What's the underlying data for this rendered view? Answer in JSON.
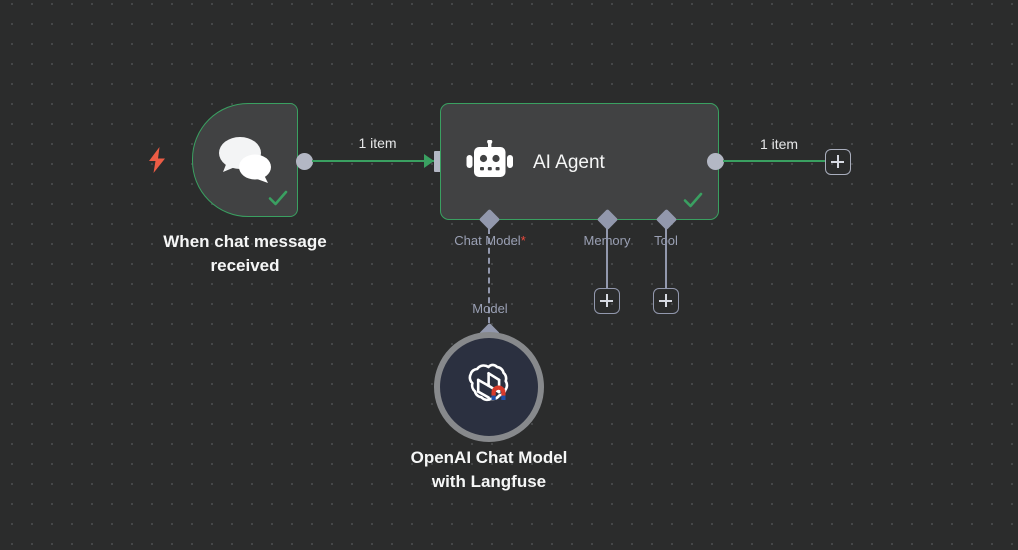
{
  "canvas": {
    "background_color": "#2b2c2c",
    "grid_dot_color": "#47494a",
    "accent_green": "#3aa061",
    "port_gray": "#b3b7c4",
    "sub_label_color": "#9aa0b4",
    "required_star_color": "#ec4a3d",
    "trigger_bolt_color": "#ec5c45"
  },
  "nodes": {
    "trigger": {
      "label": "When chat message\nreceived",
      "icon": "chat-bubbles-icon",
      "trigger_icon": "lightning-bolt-icon",
      "status": "success"
    },
    "agent": {
      "title": "AI Agent",
      "icon": "robot-icon",
      "status": "success",
      "ports": [
        {
          "label": "Chat Model",
          "required": true,
          "required_marker": "*"
        },
        {
          "label": "Memory",
          "required": false,
          "required_marker": ""
        },
        {
          "label": "Tool",
          "required": false,
          "required_marker": ""
        }
      ]
    },
    "openai": {
      "label": "OpenAI Chat Model\nwith Langfuse",
      "icon": "openai-logo-icon",
      "badge_icon": "langfuse-magnet-icon",
      "connector_label": "Model"
    }
  },
  "connections": {
    "trigger_to_agent_label": "1 item",
    "agent_to_next_label": "1 item"
  },
  "buttons": {
    "add_main_output": "+",
    "add_memory": "+",
    "add_tool": "+"
  }
}
